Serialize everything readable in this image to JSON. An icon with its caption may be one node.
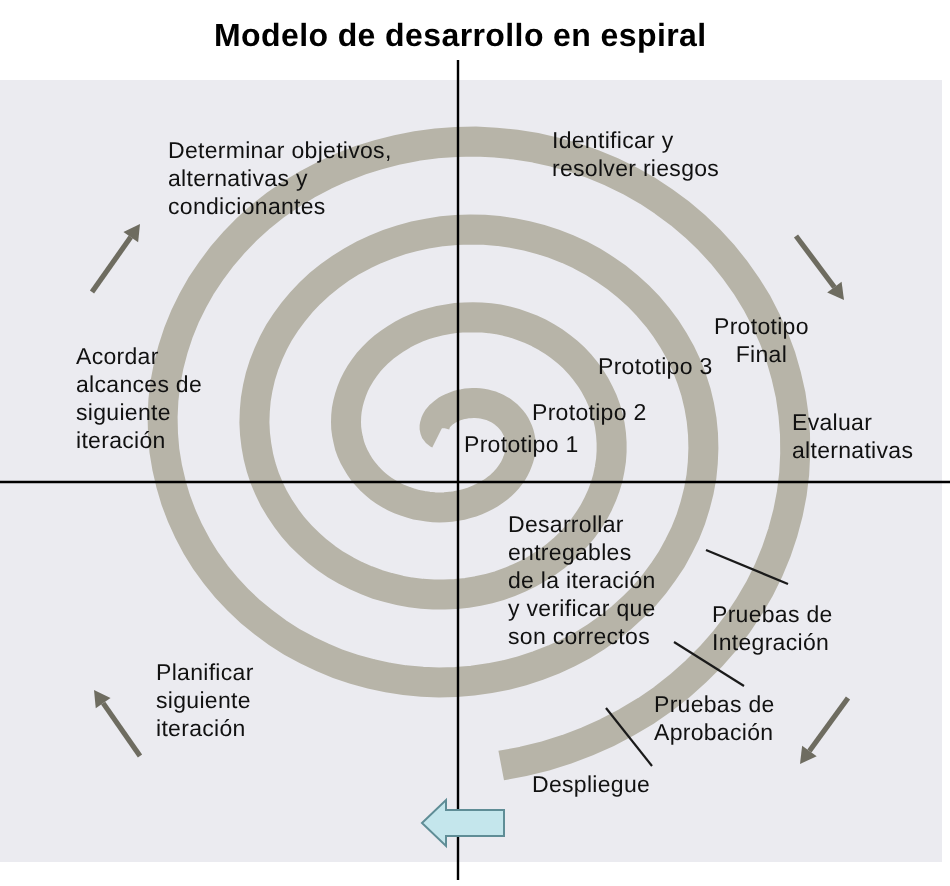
{
  "diagram": {
    "title": "Modelo de desarrollo en espiral",
    "labels": [
      "Determinar objetivos, alternativas y condicionantes",
      "Identificar y resolver riesgos",
      "Acordar alcances de siguiente iteración",
      "Prototipo Final",
      "Prototipo 3",
      "Prototipo 2",
      "Evaluar alternativas",
      "Prototipo 1",
      "Desarrollar entregables de la iteración y verificar que son correctos",
      "Pruebas de Integración",
      "Planificar siguiente iteración",
      "Pruebas de Aprobación",
      "Despliegue"
    ]
  }
}
